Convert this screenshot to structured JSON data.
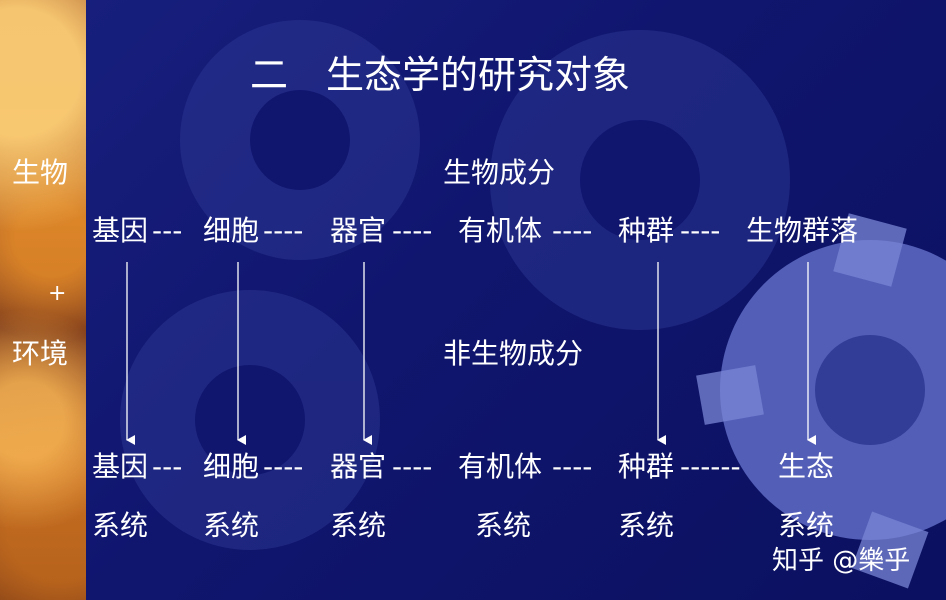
{
  "slide": {
    "title": "二　生态学的研究对象",
    "side_top": "生物",
    "side_plus": "+",
    "side_bottom": "环境",
    "biotic_label": "生物成分",
    "abiotic_label": "非生物成分",
    "top_row": [
      "基因",
      "---",
      "细胞",
      "----",
      "器官",
      "----",
      "有机体",
      "----",
      "种群",
      "----",
      "生物群落"
    ],
    "bottom_row": [
      "基因",
      "---",
      "细胞",
      "----",
      "器官",
      "----",
      "有机体",
      "----",
      "种群",
      "------",
      "生态"
    ],
    "system_labels": [
      "系统",
      "系统",
      "系统",
      "系统",
      "系统",
      "系统"
    ]
  },
  "watermark": "知乎 @樂乎",
  "colors": {
    "background": "#10166e",
    "text": "#ffffff",
    "strip": "#b86a2a"
  }
}
